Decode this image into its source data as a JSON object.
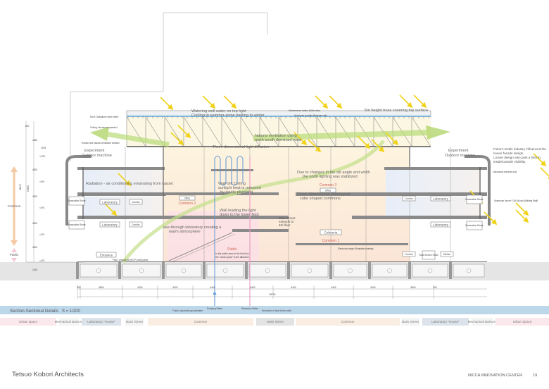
{
  "drawing": {
    "annotations": {
      "watering_1": "Watering well water on top light",
      "watering_2": "Cooling in summer-snow melting in winter",
      "truss": "5m height truss covering top surface",
      "ladder": "Maintenance ladder (Wide side)",
      "toplight": "Aluminum top light (Regular unit)",
      "ventilation_1": "Natural ventilation using",
      "ventilation_2": "north-south dominant wind",
      "diffusion": "Three dimensional light diffusion",
      "slit_1": "Wall-Slit Ceiling",
      "slit_2": "sunlight heat is removed",
      "slit_3": "by inside plumbing",
      "north_1": "Due to changes in the slit angle and width",
      "north_2": "the north lighting was stabilized",
      "common3": "Common 3",
      "office_r": "Office",
      "cube_1": "Three-dimensional overlapped",
      "cube_2": "cube shaped commons",
      "wall_light_1": "Wall leading the light",
      "wall_light_2": "down to the lower floor",
      "main_street_1": "Main Street",
      "main_street_2": "extends to",
      "main_street_3": "4th floor",
      "cafeteria": "Cafeteria",
      "common1": "Common 1",
      "public": "Public",
      "public_1": "In the public area on the first floor",
      "public_2": "the \"urban space\" is the attraction",
      "radiation": "Radiation - air conditioning emanating from carpet",
      "office_l": "Office",
      "common2": "Common 2",
      "seethrough_1": "see-through laboratory creating a",
      "seethrough_2": "warm atmosphere",
      "experiment": "Experiment",
      "outdoor_machine": "Outdoor machine",
      "laboratory": "Laboratory",
      "corridor": "Corridor",
      "evacuation": "Evacuation Route",
      "entrance": "Entrance",
      "food_service": "Food Service Room",
      "kitchen": "Kitchen",
      "fukui_1": "Fukui's textile industry influenced the",
      "fukui_2": "louver facade design.",
      "fukui_3": "Louver design also puts a limit to",
      "fukui_4": "inside/outside visibility.",
      "roof_note": "Roof: Galvalume steel sheet",
      "ceiling_note": "Ceiling: Aluminum spandrel",
      "smoke_note": "Smoke and natural ventilation window",
      "exhaust_note": "Laboratory exhaust duct",
      "louver_note": "Aluminum louver F-BU (Kuchi Building Wall)",
      "floor_note": "Floor: precast tile (ECP) multi panel",
      "stage_note": "Electronic stage (Rotatable seating)",
      "common_label": "Common",
      "public_label": "Public"
    },
    "levels": [
      "▽RFL",
      "▽4FL",
      "▽3FL",
      "▽2FL",
      "▽1FL"
    ],
    "vertical_dims": [
      "600",
      "4150",
      "1425",
      "4000",
      "4000",
      "4000",
      "4000",
      "1000",
      "21170",
      "21300"
    ],
    "horizontal_dims": [
      "350",
      "6800",
      "6400",
      "6400",
      "6400",
      "6400",
      "6400",
      "6400",
      "6400",
      "6800",
      "350"
    ],
    "total_dim": "59700"
  },
  "section_bar": {
    "title": "Section-Sectional Details",
    "scale": "S = 1/200",
    "groundwater": "Fukui's abundant groundwater",
    "pumping": "Pumping Water",
    "reduction": "Reduction Water",
    "reduction_heat": "Reduction of heat to the earth"
  },
  "zones": [
    "Urban space",
    "Mechanical Balcony",
    "Laboratory \"House\"",
    "Back Street",
    "Common",
    "Main Street",
    "Common",
    "Back Street",
    "Laboratory \"House\"",
    "Mechanical Balcony",
    "Urban Space"
  ],
  "footer": {
    "firm": "Tetsuo Kobori Architects",
    "project": "NICCA INNOVATION CENTER",
    "page": "19"
  },
  "colors": {
    "sun": "#f0d21b",
    "wind": "#a9d15a",
    "water": "#6a9ed6",
    "heat": "#e79bc0",
    "section_bar": "#bcd6ea"
  }
}
